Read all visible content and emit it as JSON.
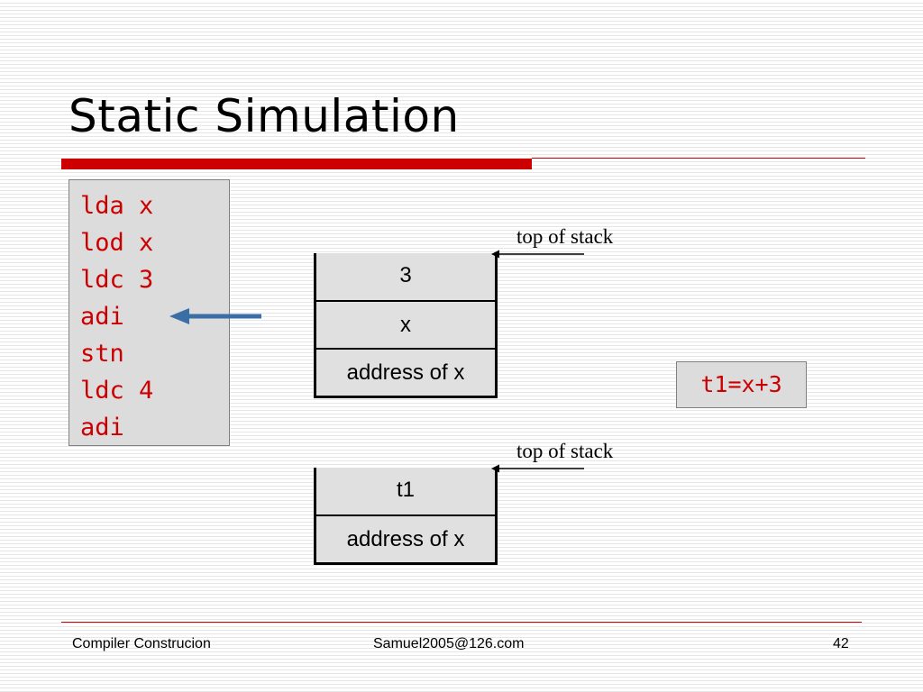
{
  "slide": {
    "title": "Static Simulation",
    "code": [
      "lda x",
      "lod x",
      "ldc 3",
      "adi",
      "stn",
      "ldc 4",
      "adi"
    ],
    "stack_before": {
      "label": "top of stack",
      "cells": [
        "3",
        "x",
        "address of x"
      ]
    },
    "stack_after": {
      "label": "top of stack",
      "cells": [
        "t1",
        "address of x"
      ]
    },
    "result": "t1=x+3",
    "colors": {
      "accent": "#cc0000",
      "arrow": "#3a6ea5"
    }
  },
  "footer": {
    "left": "Compiler Construcion",
    "center": "Samuel2005@126.com",
    "page": "42"
  }
}
